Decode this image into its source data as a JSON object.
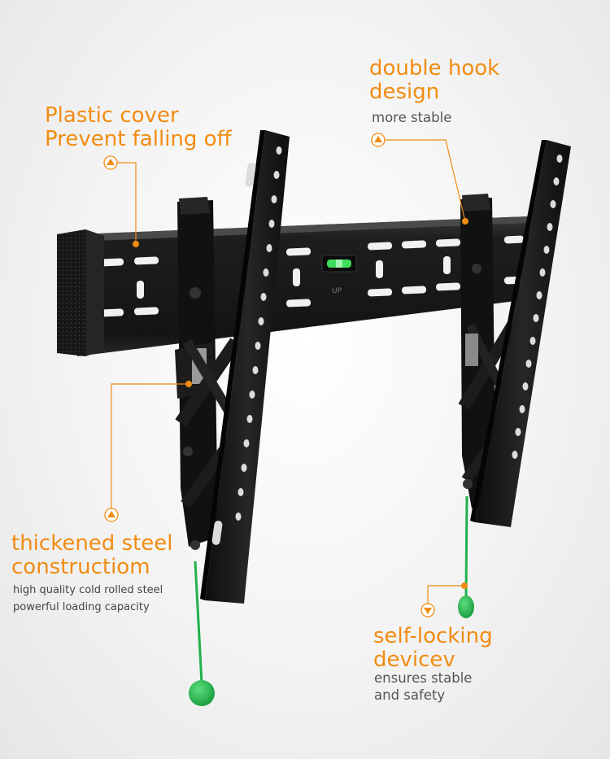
{
  "callouts": {
    "plastic_cover": {
      "line1": "Plastic cover",
      "line2": "Prevent falling off"
    },
    "double_hook": {
      "line1": "double hook",
      "line2": "design",
      "sub": "more stable"
    },
    "thickened_steel": {
      "line1": "thickened steel",
      "line2": "constructiom",
      "sub1": "high quality cold rolled steel",
      "sub2": "powerful loading capacity"
    },
    "self_locking": {
      "line1": "self-locking",
      "line2": "devicev",
      "sub1": "ensures stable",
      "sub2": "and safety"
    }
  },
  "product_marks": {
    "up_mark": "UP"
  },
  "colors": {
    "accent": "#f18c12",
    "steel": "#1a1a1a",
    "pull_cord": "#22b14c"
  }
}
